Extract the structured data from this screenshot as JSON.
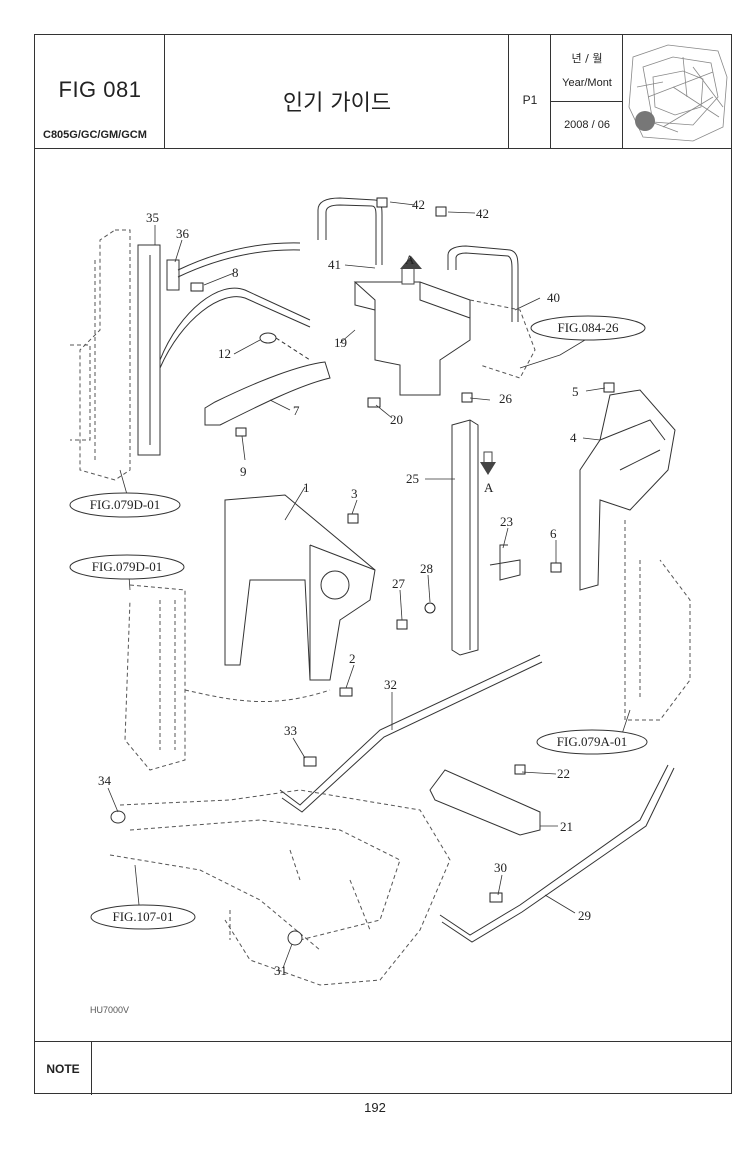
{
  "header": {
    "fig_no": "FIG 081",
    "model": "C805G/GC/GM/GCM",
    "title": "인기 가이드",
    "page": "P1",
    "date_label_kr": "년 / 월",
    "date_label_en": "Year/Mont",
    "date_value": "2008 / 06"
  },
  "refs": {
    "fig084": "FIG.084-26",
    "fig079d_a": "FIG.079D-01",
    "fig079d_b": "FIG.079D-01",
    "fig079a": "FIG.079A-01",
    "fig107": "FIG.107-01"
  },
  "arrow_labels": {
    "a_up": "A",
    "a_down": "A"
  },
  "parts": {
    "p1": "1",
    "p2": "2",
    "p3": "3",
    "p4": "4",
    "p5": "5",
    "p6": "6",
    "p7": "7",
    "p8": "8",
    "p9": "9",
    "p12": "12",
    "p19": "19",
    "p20": "20",
    "p21": "21",
    "p22": "22",
    "p23": "23",
    "p25": "25",
    "p26": "26",
    "p27": "27",
    "p28": "28",
    "p29": "29",
    "p30": "30",
    "p31": "31",
    "p32": "32",
    "p33": "33",
    "p34": "34",
    "p35": "35",
    "p36": "36",
    "p40": "40",
    "p41": "41",
    "p42a": "42",
    "p42b": "42"
  },
  "drawing_code": "HU7000V",
  "note_label": "NOTE",
  "footer": {
    "page_number": "192"
  }
}
